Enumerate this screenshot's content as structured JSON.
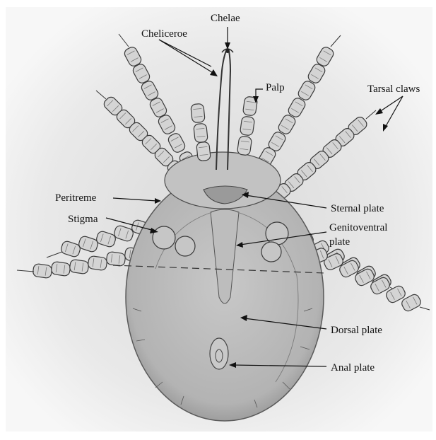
{
  "figure": {
    "labels": {
      "chelae": "Chelae",
      "cheliceroe": "Cheliceroe",
      "palp": "Palp",
      "tarsal_claws": "Tarsal claws",
      "peritreme": "Peritreme",
      "stigma": "Stigma",
      "sternal_plate": "Sternal plate",
      "genitoventral_line1": "Genitoventral",
      "genitoventral_line2": "plate",
      "dorsal_plate": "Dorsal plate",
      "anal_plate": "Anal plate"
    },
    "colors": {
      "paper": "#ffffff",
      "background_shade": "#eaeaea",
      "body_fill": "#b9b9b9",
      "body_outline": "#5a5a5a",
      "leg_fill": "#cfcfcf",
      "leg_outline": "#3a3a3a",
      "text": "#111111"
    }
  }
}
